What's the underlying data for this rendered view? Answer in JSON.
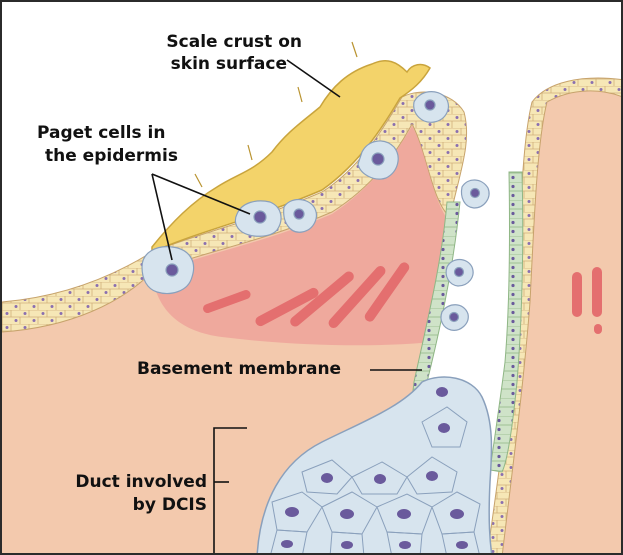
{
  "labels": {
    "scale_crust": [
      "Scale crust on",
      "skin surface"
    ],
    "paget_cells": [
      "Paget cells in",
      "the epidermis"
    ],
    "basement_membrane": "Basement membrane",
    "duct_dcis": [
      "Duct involved",
      "by DCIS"
    ]
  },
  "colors": {
    "background": "#ffffff",
    "dermis": "#f3c9ad",
    "dermis_deep": "#e89a97",
    "crust": "#f3d36a",
    "epidermis": "#f6e7b6",
    "epidermis_cell_line": "#c7a36c",
    "nucleus": "#8a6fb0",
    "paget_cell": "#d7e4ee",
    "paget_nucleus": "#6a5a9c",
    "duct_cell": "#cfe3c8",
    "vessel": "#e46f6f",
    "leader_line": "#111111"
  }
}
